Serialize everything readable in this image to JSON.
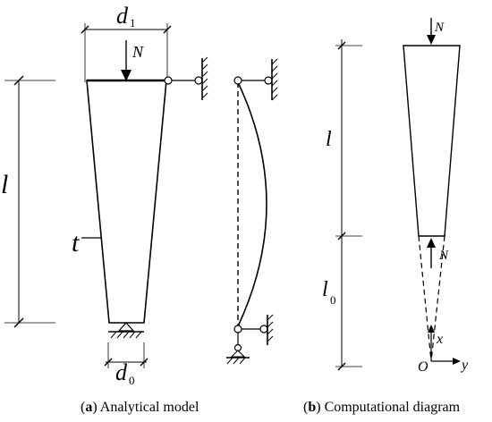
{
  "labels": {
    "d1": "d",
    "d1_sub": "1",
    "d0": "d",
    "d0_sub": "0",
    "N_a": "N",
    "l_a": "l",
    "t": "t",
    "N_b_top": "N",
    "N_b_mid": "N",
    "l_b": "l",
    "l0": "l",
    "l0_sub": "0",
    "x": "x",
    "O": "O",
    "y": "y"
  },
  "captions": {
    "a_open": "(",
    "a_letter": "a",
    "a_close": ")",
    "a_text": " Analytical model",
    "b_open": "(",
    "b_letter": "b",
    "b_close": ")",
    "b_text": " Computational diagram"
  }
}
